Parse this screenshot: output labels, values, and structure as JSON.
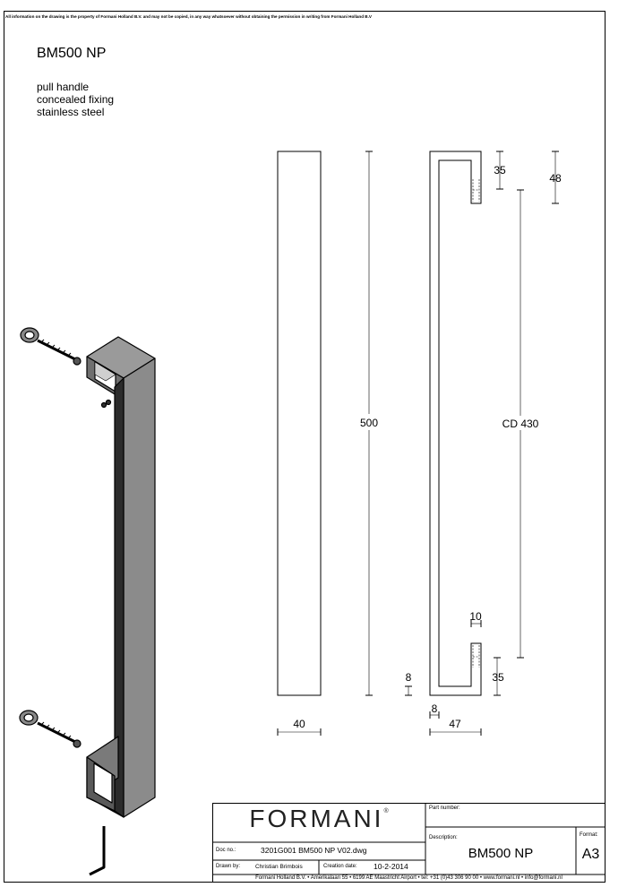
{
  "disclaimer": "All information on the drawing is the property of Formani Holland B.V. and may not be copied, in any way whatsoever without obtaining the permission in writing from Formani Holland B.V",
  "product": {
    "code": "BM500 NP",
    "lines": [
      "pull handle",
      "concealed fixing",
      "stainless steel"
    ]
  },
  "dimensions": {
    "front_height": "500",
    "front_width": "40",
    "side_depth": "47",
    "side_wall": "8",
    "front_wall": "8",
    "top_fix": "35",
    "top_total": "48",
    "center_distance": "CD 430",
    "gap": "10",
    "bottom_fix": "35"
  },
  "title_block": {
    "logo": "FORMANI",
    "logo_mark": "®",
    "part_number_label": "Part number:",
    "description_label": "Description:",
    "description_value": "BM500 NP",
    "format_label": "Format:",
    "format_value": "A3",
    "doc_no_label": "Doc no.:",
    "doc_no_value": "3201G001 BM500 NP V02.dwg",
    "drawn_by_label": "Drawn by:",
    "drawn_by_value": "Christian Brimbois",
    "creation_date_label": "Creation date:",
    "creation_date_value": "10-2-2014",
    "address": "Formani Holland B.V. • Amerikalaan 55 • 6199 AE Maastricht Airport • tel: +31 (0)43 306 90 00 • www.formani.nl • info@formani.nl"
  }
}
